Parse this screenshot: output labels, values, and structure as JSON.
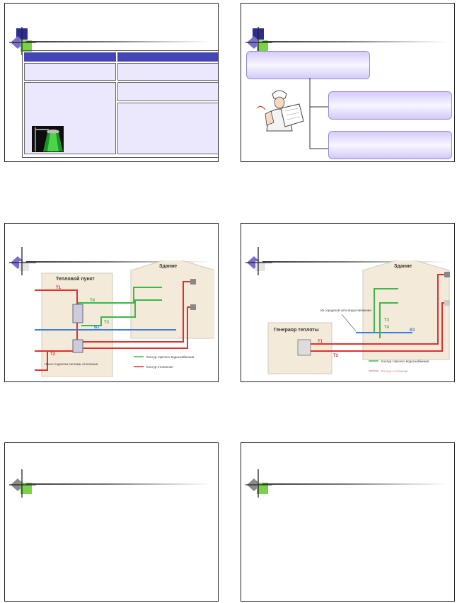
{
  "slides": [
    {
      "id": 1,
      "type": "table-slide"
    },
    {
      "id": 2,
      "type": "org-chart-slide"
    },
    {
      "id": 3,
      "type": "heating-diagram"
    },
    {
      "id": 4,
      "type": "heating-diagram"
    },
    {
      "id": 5,
      "type": "blank-slide"
    },
    {
      "id": 6,
      "type": "blank-slide"
    }
  ],
  "diagram3": {
    "heat_point": "Тепловой пункт",
    "building": "Здание",
    "t1": "T1",
    "t2": "T2",
    "t3": "T3",
    "t4": "T4",
    "b1": "B1",
    "pump_label": "Насос подпитки системы отопления",
    "hot_water_loop": "Контур горячего водоснабжения",
    "heating_loop": "Контур отопления"
  },
  "diagram4": {
    "heat_generator": "Генераор теплоты",
    "building": "Здание",
    "t1": "T1",
    "t2": "T2",
    "t3": "T3",
    "t4": "T4",
    "b1": "B1",
    "supply_label": "Из городской сети водоснабжения",
    "hot_water_loop": "Контур горячего водоснабжения",
    "heating_loop": "Контур отопления"
  },
  "colors": {
    "hdr_blue": "#4545b8",
    "lavender": "#ebe7fd",
    "pipe_red": "#e03030",
    "pipe_green": "#3db84a",
    "pipe_blue": "#3a7de0"
  }
}
